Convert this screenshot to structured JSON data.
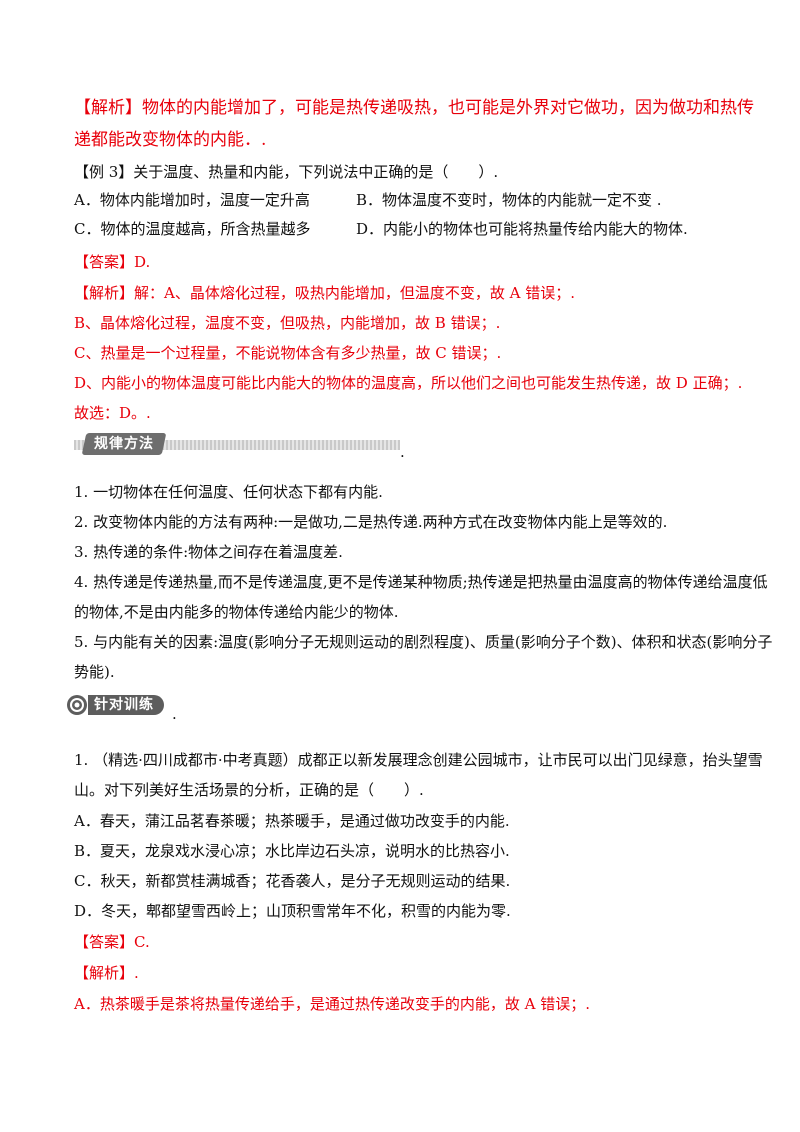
{
  "analysis_intro": {
    "line1": "【解析】物体的内能增加了，可能是热传递吸热，也可能是外界对它做功，因为做功和热传",
    "line2": "递都能改变物体的内能．."
  },
  "example3": {
    "question": "【例 3】关于温度、热量和内能，下列说法中正确的是（　　）.",
    "options": {
      "a": "A．物体内能增加时，温度一定升高",
      "b": "B．物体温度不变时，物体的内能就一定不变 .",
      "c": "C．物体的温度越高，所含热量越多",
      "d": "D．内能小的物体也可能将热量传给内能大的物体."
    },
    "answer": "【答案】D.",
    "analysis": [
      "【解析】解：A、晶体熔化过程，吸热内能增加，但温度不变，故 A 错误；.",
      "B、晶体熔化过程，温度不变，但吸热，内能增加，故 B 错误；.",
      "C、热量是一个过程量，不能说物体含有多少热量，故 C 错误；.",
      "D、内能小的物体温度可能比内能大的物体的温度高，所以他们之间也可能发生热传递，故 D 正确；.",
      "故选：D。."
    ]
  },
  "rules_section": {
    "banner": "规律方法",
    "trail": ".",
    "items": [
      "1.  一切物体在任何温度、任何状态下都有内能.",
      "2.  改变物体内能的方法有两种:一是做功,二是热传递.两种方式在改变物体内能上是等效的.",
      "3.  热传递的条件:物体之间存在着温度差.",
      "4.  热传递是传递热量,而不是传递温度,更不是传递某种物质;热传递是把热量由温度高的物体传递给温度低",
      "的物体,不是由内能多的物体传递给内能少的物体.",
      "5.  与内能有关的因素:温度(影响分子无规则运动的剧烈程度)、质量(影响分子个数)、体积和状态(影响分子",
      "势能)."
    ]
  },
  "training_section": {
    "banner": "针对训练",
    "trail": ".",
    "q1": {
      "line1": "1. （精选·四川成都市·中考真题）成都正以新发展理念创建公园城市，让市民可以出门见绿意，抬头望雪",
      "line2": "山。对下列美好生活场景的分析，正确的是（　　）.",
      "options": [
        "A．春天，蒲江品茗春茶暖；热茶暖手，是通过做功改变手的内能.",
        "B．夏天，龙泉戏水浸心凉；水比岸边石头凉，说明水的比热容小.",
        "C．秋天，新都赏桂满城香；花香袭人，是分子无规则运动的结果.",
        "D．冬天，郫都望雪西岭上；山顶积雪常年不化，积雪的内能为零."
      ],
      "answer": "【答案】C.",
      "analysis_head": "【解析】.",
      "analysis_a": "A．热茶暖手是茶将热量传递给手，是通过热传递改变手的内能，故 A 错误；."
    }
  }
}
